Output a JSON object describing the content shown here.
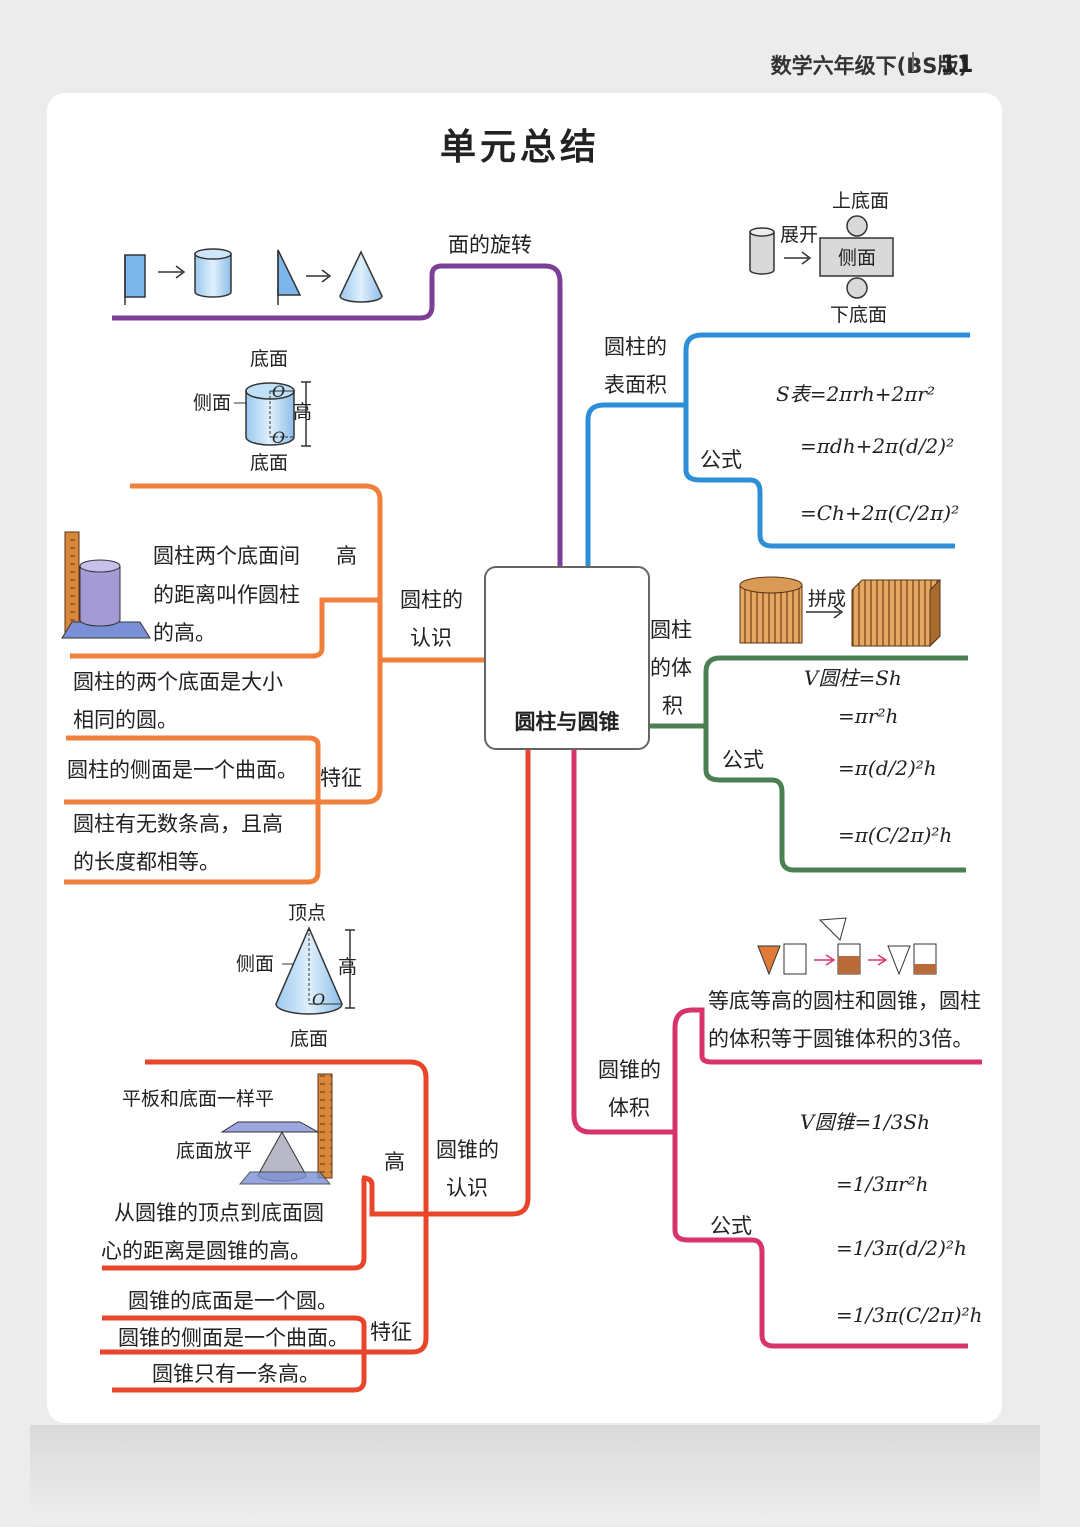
{
  "header": {
    "book": "数学六年级下(BS版)",
    "page": "11"
  },
  "title": "单元总结",
  "center": "圆柱与圆锥",
  "colors": {
    "rotation": "#7b3f98",
    "surface": "#2e8fd8",
    "cylinder": "#f07f3c",
    "cylinder_volume": "#4c7f51",
    "cone_volume": "#d8336a",
    "cone": "#e8452b"
  },
  "rotation": {
    "label": "面的旋转"
  },
  "surface_area": {
    "label_line1": "圆柱的",
    "label_line2": "表面积",
    "unfold": "展开",
    "top": "上底面",
    "side": "侧面",
    "bottom": "下底面",
    "formula_label": "公式",
    "f1": "S表=2πrh+2πr²",
    "f2": "=πdh+2π(d/2)²",
    "f3": "=Ch+2π(C/2π)²"
  },
  "cylinder": {
    "label_line1": "圆柱的",
    "label_line2": "认识",
    "diagram": {
      "top": "底面",
      "side": "侧面",
      "height": "高",
      "bottom": "底面",
      "o": "O"
    },
    "height_label": "高",
    "height_def_1": "圆柱两个底面间",
    "height_def_2": "的距离叫作圆柱",
    "height_def_3": "的高。",
    "feature_label": "特征",
    "feature1_1": "圆柱的两个底面是大小",
    "feature1_2": "相同的圆。",
    "feature2": "圆柱的侧面是一个曲面。",
    "feature3_1": "圆柱有无数条高，且高",
    "feature3_2": "的长度都相等。"
  },
  "cylinder_volume": {
    "label_line1": "圆柱",
    "label_line2": "的体",
    "label_line3": "积",
    "combine": "拼成",
    "formula_label": "公式",
    "f1": "V圆柱=Sh",
    "f2": "=πr²h",
    "f3": "=π(d/2)²h",
    "f4": "=π(C/2π)²h"
  },
  "cone": {
    "label_line1": "圆锥的",
    "label_line2": "认识",
    "diagram": {
      "apex": "顶点",
      "side": "侧面",
      "height": "高",
      "bottom": "底面",
      "o": "O"
    },
    "board_note": "平板和底面一样平",
    "base_flat": "底面放平",
    "height_label": "高",
    "height_def_1": "从圆锥的顶点到底面圆",
    "height_def_2": "心的距离是圆锥的高。",
    "feature_label": "特征",
    "feature1": "圆锥的底面是一个圆。",
    "feature2": "圆锥的侧面是一个曲面。",
    "feature3": "圆锥只有一条高。"
  },
  "cone_volume": {
    "label_line1": "圆锥的",
    "label_line2": "体积",
    "statement_1": "等底等高的圆柱和圆锥，圆柱",
    "statement_2": "的体积等于圆锥体积的3倍。",
    "formula_label": "公式",
    "f1": "V圆锥=1/3Sh",
    "f2": "=1/3πr²h",
    "f3": "=1/3π(d/2)²h",
    "f4": "=1/3π(C/2π)²h"
  }
}
